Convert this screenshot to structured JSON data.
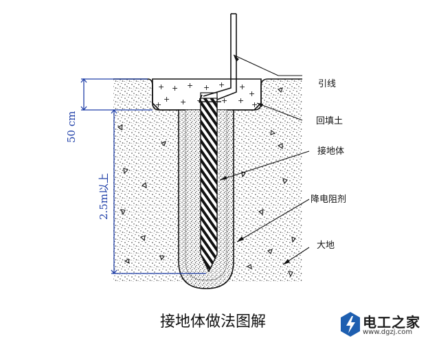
{
  "diagram": {
    "labels": {
      "lead_wire": "引线",
      "backfill": "回填土",
      "ground_rod": "接地体",
      "resistance_reducer": "降电阻剂",
      "earth": "大地"
    },
    "dimensions": {
      "depth_top": "50 cm",
      "depth_rod": "2.5m以上"
    },
    "caption": "接地体做法图解"
  },
  "logo": {
    "title": "电工之家",
    "url": "www.dgzj.com"
  },
  "colors": {
    "line": "#111111",
    "dimension": "#1f3fa8",
    "logo_blue": "#1e5fb0"
  }
}
